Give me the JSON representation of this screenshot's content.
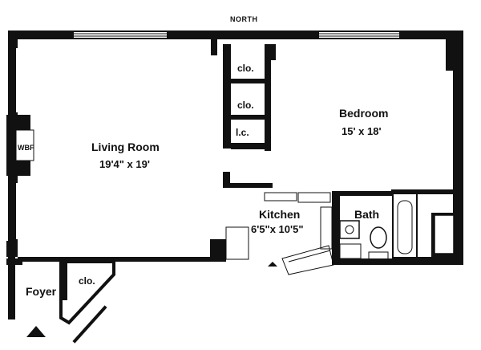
{
  "compass": {
    "north": "NORTH"
  },
  "rooms": {
    "living_room": {
      "name": "Living Room",
      "dims": "19'4\" x 19'"
    },
    "bedroom": {
      "name": "Bedroom",
      "dims": "15' x 18'"
    },
    "kitchen": {
      "name": "Kitchen",
      "dims": "6'5\"x 10'5\""
    },
    "bath": {
      "name": "Bath"
    },
    "foyer": {
      "name": "Foyer"
    }
  },
  "closets": {
    "clo_1": "clo.",
    "clo_2": "clo.",
    "lc": "l.c.",
    "foyer_clo": "clo."
  },
  "fireplace": "WBF"
}
